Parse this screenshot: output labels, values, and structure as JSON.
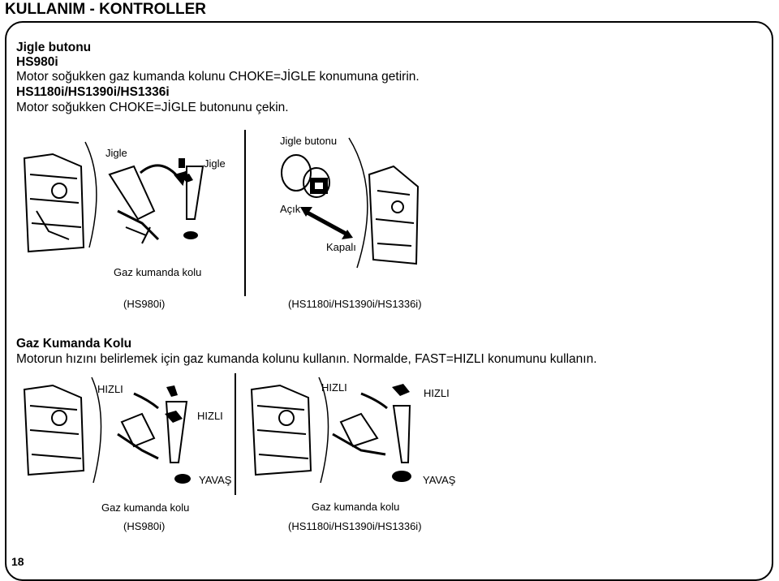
{
  "header": {
    "title": "KULLANIM - KONTROLLER"
  },
  "jigle_section": {
    "title": "Jigle butonu",
    "model_a": "HS980i",
    "instruction_a": "Motor soğukken gaz kumanda kolunu CHOKE=JİGLE konumuna getirin.",
    "model_b": "HS1180i/HS1390i/HS1336i",
    "instruction_b": "Motor soğukken CHOKE=JİGLE butonunu çekin.",
    "figure_left": {
      "label_jigle_lever": "Jigle",
      "label_jigle_scale": "Jigle",
      "label_lever": "Gaz kumanda kolu",
      "caption": "(HS980i)"
    },
    "figure_right": {
      "label_button": "Jigle butonu",
      "label_open": "Açık",
      "label_closed": "Kapalı",
      "caption": "(HS1180i/HS1390i/HS1336i)"
    }
  },
  "throttle_section": {
    "title": "Gaz Kumanda Kolu",
    "description": "Motorun hızını belirlemek için gaz kumanda kolunu kullanın. Normalde, FAST=HIZLI konumunu kullanın.",
    "figure_left": {
      "label_fast_lever": "HIZLI",
      "label_fast_scale": "HIZLI",
      "label_slow": "YAVAŞ",
      "label_lever": "Gaz kumanda kolu",
      "caption": "(HS980i)"
    },
    "figure_right": {
      "label_fast_lever": "HIZLI",
      "label_fast_scale": "HIZLI",
      "label_slow": "YAVAŞ",
      "label_lever": "Gaz kumanda kolu",
      "caption": "(HS1180i/HS1390i/HS1336i)"
    }
  },
  "footer": {
    "page_number": "18"
  }
}
